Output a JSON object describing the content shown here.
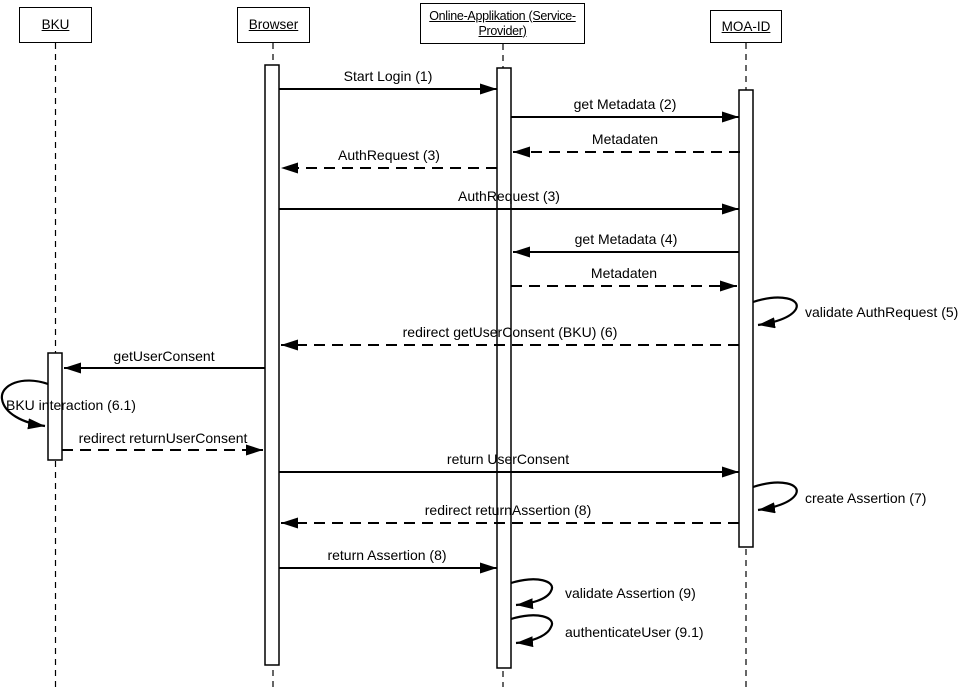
{
  "diagram_type": "uml-sequence-diagram",
  "colors": {
    "line": "#000000",
    "background": "#ffffff",
    "text": "#000000"
  },
  "actors": {
    "bku": {
      "label": "BKU"
    },
    "browser": {
      "label": "Browser"
    },
    "service_provider": {
      "line1": "Online-Applikation (Service-",
      "line2": "Provider)"
    },
    "moa_id": {
      "label": "MOA-ID"
    }
  },
  "messages": {
    "start_login": "Start Login (1)",
    "get_metadata_2": "get Metadata (2)",
    "metadaten_2": "Metadaten",
    "authrequest_3_redirect": "AuthRequest (3)",
    "authrequest_3_forward": "AuthRequest (3)",
    "get_metadata_4": "get Metadata (4)",
    "metadaten_4": "Metadaten",
    "validate_authrequest_5": "validate AuthRequest (5)",
    "redirect_getuserconsent_6": "redirect getUserConsent (BKU) (6)",
    "getuserconsent": "getUserConsent",
    "bku_interaction_6_1": "BKU interaction (6.1)",
    "redirect_returnuserconsent": "redirect returnUserConsent",
    "return_userconsent": "return UserConsent",
    "create_assertion_7": "create Assertion (7)",
    "redirect_returnassertion_8": "redirect returnAssertion (8)",
    "return_assertion_8": "return Assertion (8)",
    "validate_assertion_9": "validate Assertion (9)",
    "authenticateuser_9_1": "authenticateUser (9.1)"
  }
}
